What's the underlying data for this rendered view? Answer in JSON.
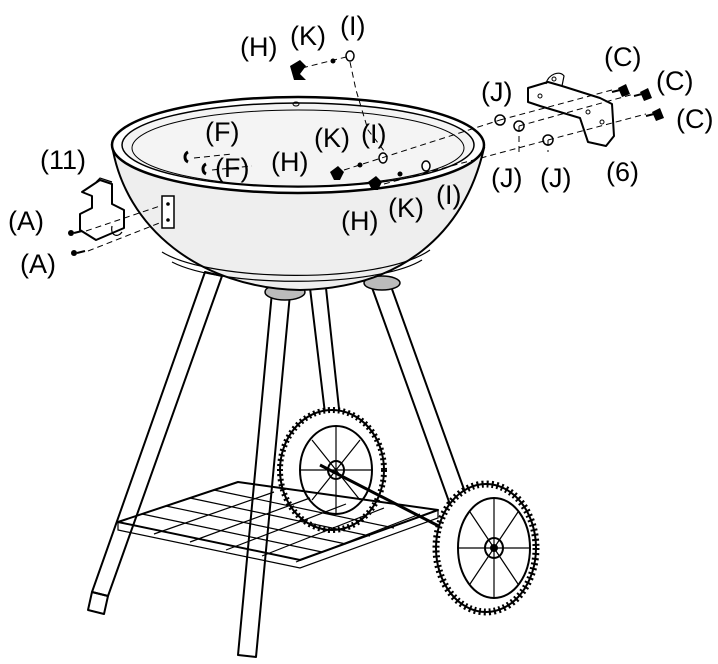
{
  "labels": {
    "h_top": "(H)",
    "k_top": "(K)",
    "i_top": "(I)",
    "j_top": "(J)",
    "c_1": "(C)",
    "c_2": "(C)",
    "c_3": "(C)",
    "f_1": "(F)",
    "f_2": "(F)",
    "h_mid": "(H)",
    "k_mid": "(K)",
    "i_mid": "(I)",
    "h_low": "(H)",
    "k_low": "(K)",
    "i_low": "(I)",
    "j_mid_1": "(J)",
    "j_mid_2": "(J)",
    "six": "(6)",
    "eleven": "(11)",
    "a_1": "(A)",
    "a_2": "(A)"
  }
}
